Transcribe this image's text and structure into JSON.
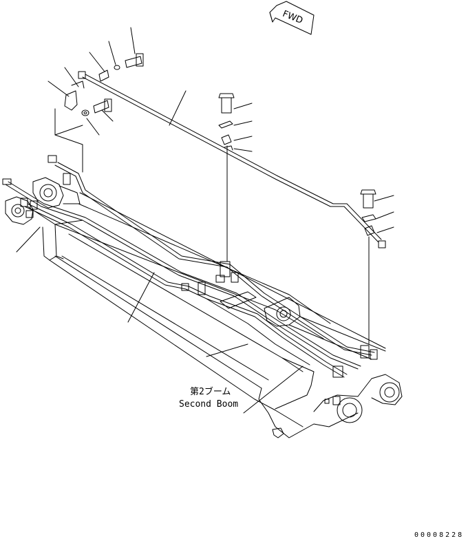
{
  "direction_marker": {
    "label": "FWD"
  },
  "part_label": {
    "japanese": "第2ブーム",
    "english": "Second Boom"
  },
  "drawing_number": "00008228",
  "colors": {
    "line": "#000000",
    "background": "#ffffff"
  }
}
